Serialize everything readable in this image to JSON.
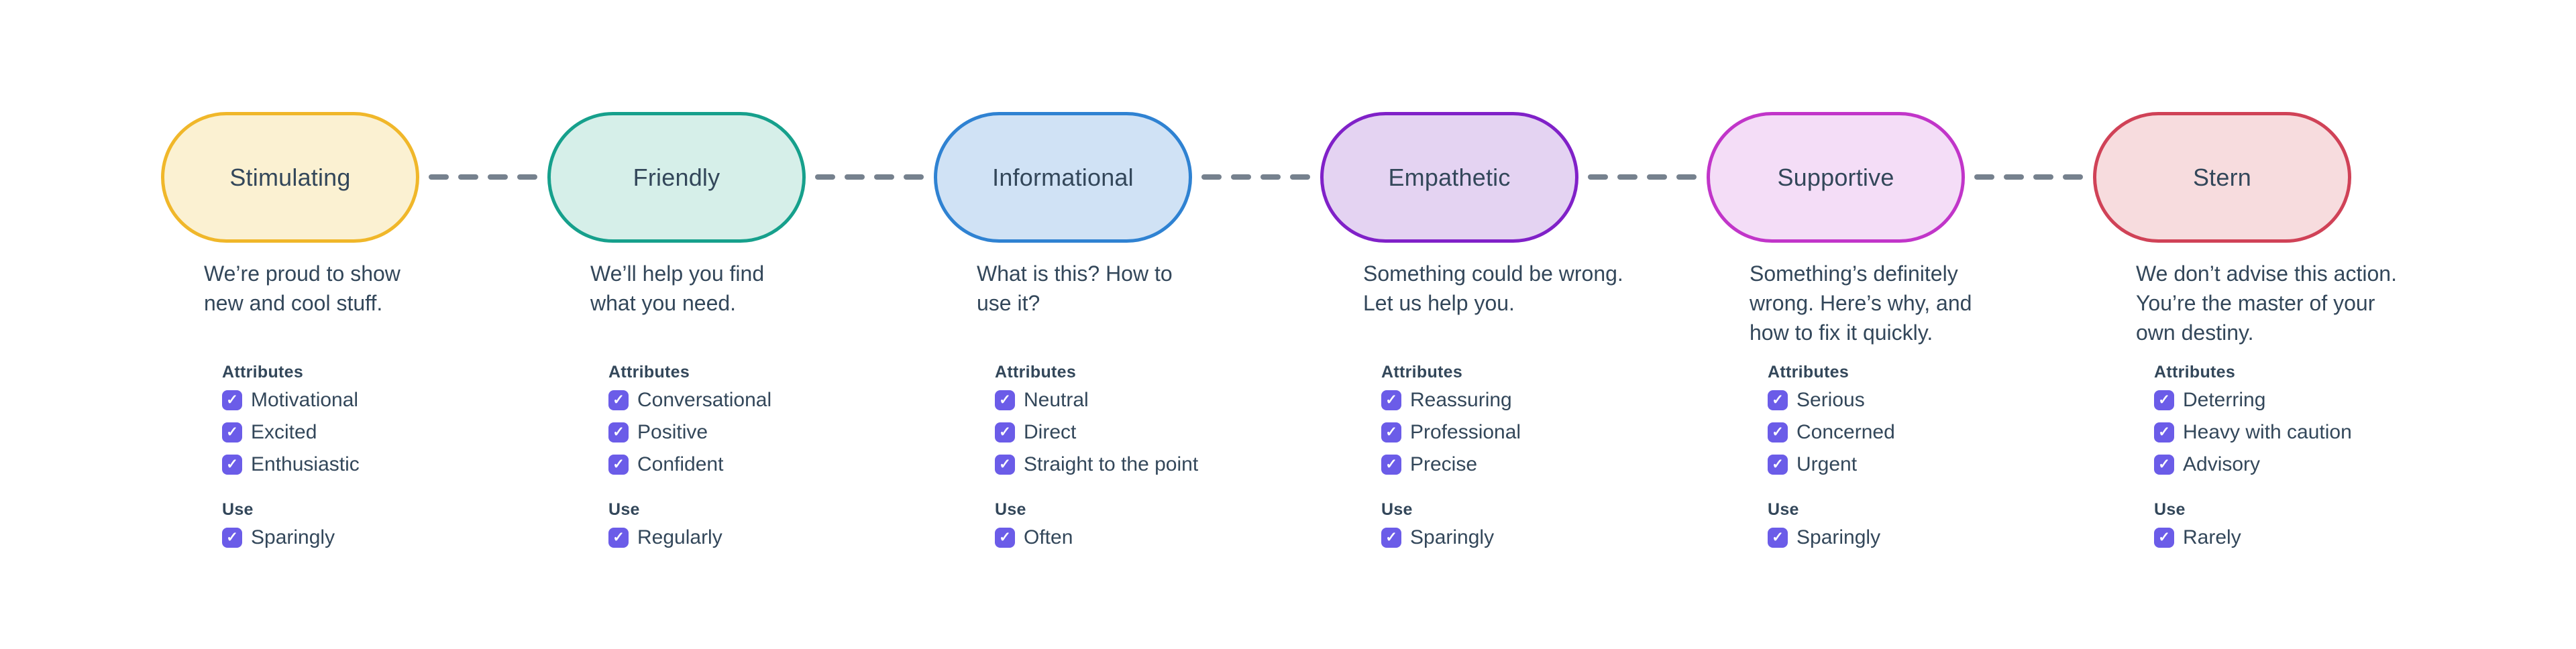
{
  "labels": {
    "attributes": "Attributes",
    "use": "Use"
  },
  "colors": {
    "background": "#ffffff",
    "text": "#33475A",
    "checkbox": "#6B5CE8",
    "checkmark": "#ffffff",
    "dash": "#76818E"
  },
  "tones": [
    {
      "name": "Stimulating",
      "description": "We’re proud to show\nnew and cool stuff.",
      "border_color": "#F0B72A",
      "fill_color": "#FBF1D2",
      "attributes": [
        "Motivational",
        "Excited",
        "Enthusiastic"
      ],
      "attributes_checked": [
        true,
        true,
        true
      ],
      "use": "Sparingly",
      "use_checked": true
    },
    {
      "name": "Friendly",
      "description": "We’ll help you find\nwhat you need.",
      "border_color": "#16A08C",
      "fill_color": "#D6EFE9",
      "attributes": [
        "Conversational",
        "Positive",
        "Confident"
      ],
      "attributes_checked": [
        true,
        true,
        true
      ],
      "use": "Regularly",
      "use_checked": true
    },
    {
      "name": "Informational",
      "description": "What is this? How to\nuse it?",
      "border_color": "#2F82D2",
      "fill_color": "#D0E2F5",
      "attributes": [
        "Neutral",
        "Direct",
        "Straight to the point"
      ],
      "attributes_checked": [
        true,
        true,
        true
      ],
      "use": "Often",
      "use_checked": true
    },
    {
      "name": "Empathetic",
      "description": "Something could be wrong.\nLet us help you.",
      "border_color": "#8021C8",
      "fill_color": "#E4D3F2",
      "attributes": [
        "Reassuring",
        "Professional",
        "Precise"
      ],
      "attributes_checked": [
        true,
        true,
        true
      ],
      "use": "Sparingly",
      "use_checked": true
    },
    {
      "name": "Supportive",
      "description": "Something’s definitely\nwrong. Here’s why, and\nhow to fix it quickly.",
      "border_color": "#C135C9",
      "fill_color": "#F4DDF7",
      "attributes": [
        "Serious",
        "Concerned",
        "Urgent"
      ],
      "attributes_checked": [
        true,
        true,
        true
      ],
      "use": "Sparingly",
      "use_checked": true
    },
    {
      "name": "Stern",
      "description": "We don’t advise this action.\nYou’re the master of your\nown destiny.",
      "border_color": "#D04257",
      "fill_color": "#F7DCDE",
      "attributes": [
        "Deterring",
        "Heavy with caution",
        "Advisory"
      ],
      "attributes_checked": [
        true,
        true,
        true
      ],
      "use": "Rarely",
      "use_checked": true
    }
  ]
}
